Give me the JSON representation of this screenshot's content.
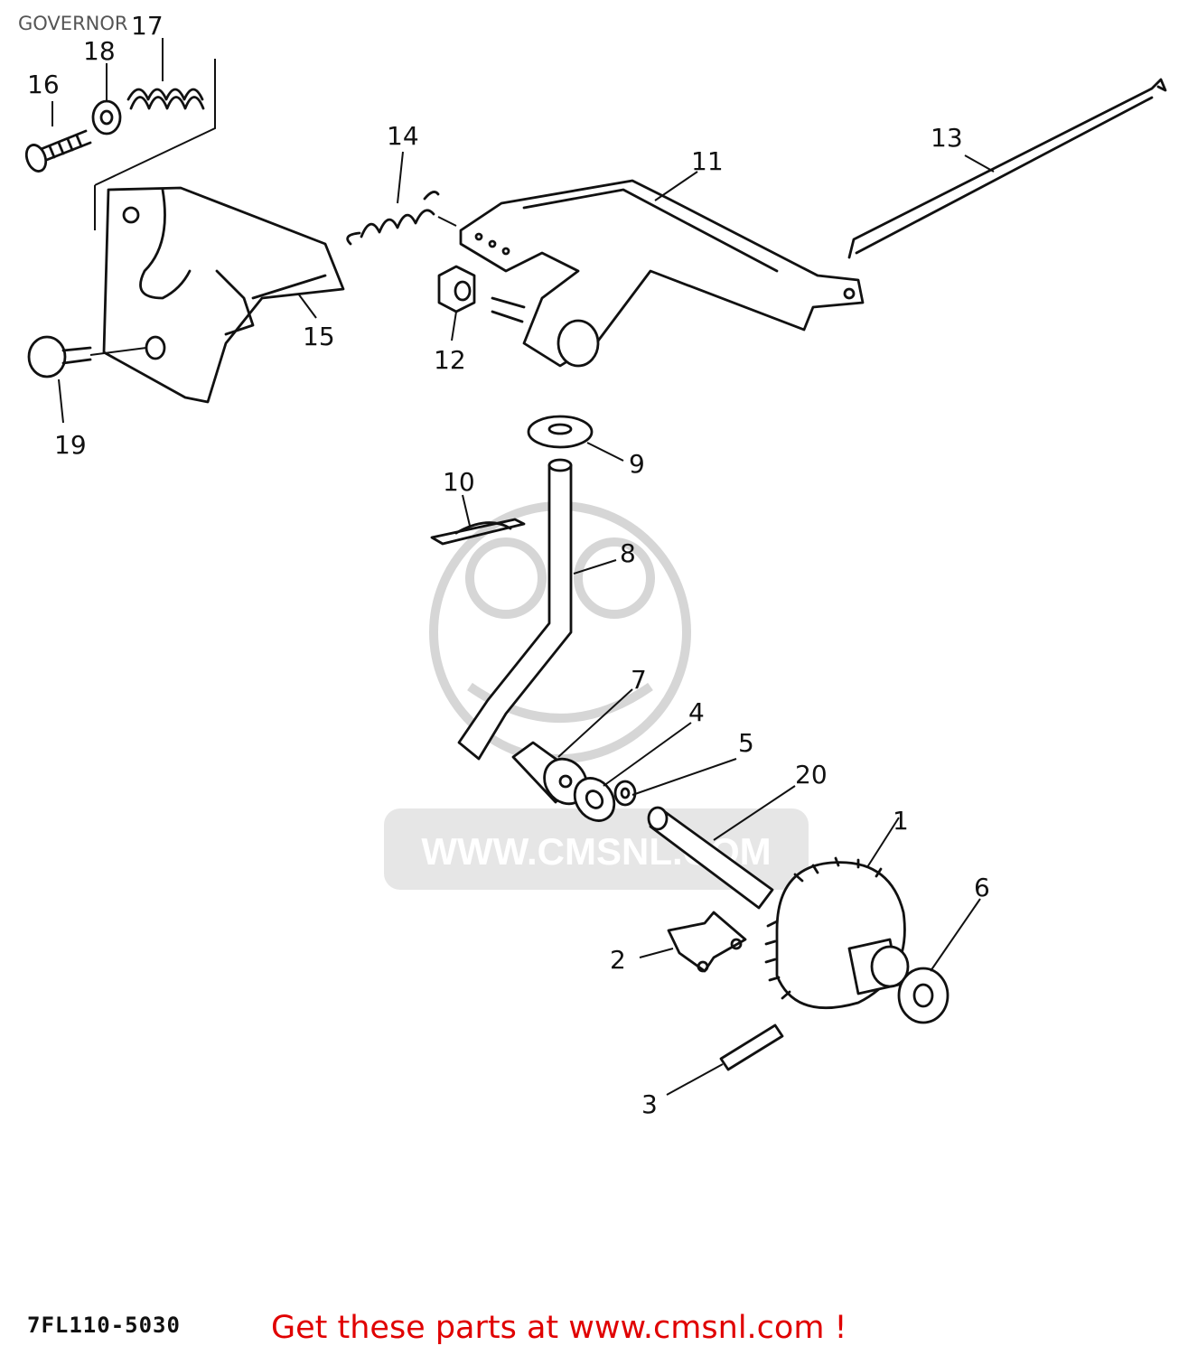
{
  "title": "GOVERNOR",
  "diagram_code": "7FL110-5030",
  "promo": "Get these parts at www.cmsnl.com !",
  "watermark": {
    "text": "WWW.CMSNL.COM",
    "color": "#d6d6d6"
  },
  "callouts": [
    {
      "id": "1",
      "label": "1"
    },
    {
      "id": "2",
      "label": "2"
    },
    {
      "id": "3",
      "label": "3"
    },
    {
      "id": "4",
      "label": "4"
    },
    {
      "id": "5",
      "label": "5"
    },
    {
      "id": "6",
      "label": "6"
    },
    {
      "id": "7",
      "label": "7"
    },
    {
      "id": "8",
      "label": "8"
    },
    {
      "id": "9",
      "label": "9"
    },
    {
      "id": "10",
      "label": "10"
    },
    {
      "id": "11",
      "label": "11"
    },
    {
      "id": "12",
      "label": "12"
    },
    {
      "id": "13",
      "label": "13"
    },
    {
      "id": "14",
      "label": "14"
    },
    {
      "id": "15",
      "label": "15"
    },
    {
      "id": "16",
      "label": "16"
    },
    {
      "id": "17",
      "label": "17"
    },
    {
      "id": "18",
      "label": "18"
    },
    {
      "id": "19",
      "label": "19"
    },
    {
      "id": "20",
      "label": "20"
    }
  ]
}
